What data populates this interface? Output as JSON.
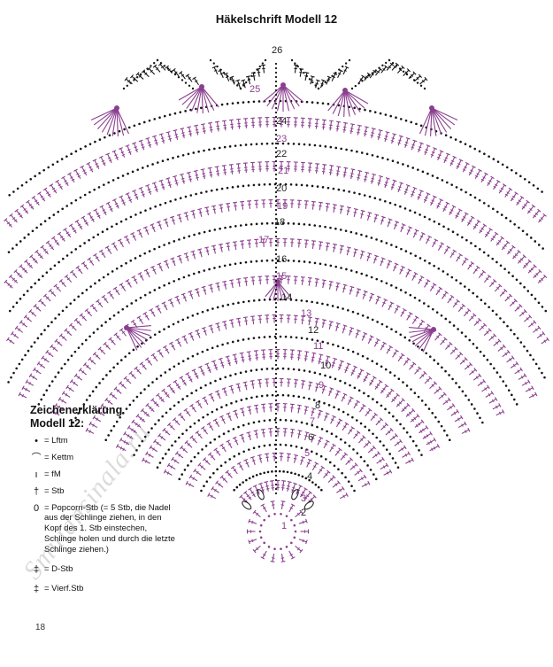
{
  "title": "Häkelschrift Modell 12",
  "rows": [
    {
      "n": "1",
      "c": "p"
    },
    {
      "n": "2",
      "c": "k"
    },
    {
      "n": "3",
      "c": "p"
    },
    {
      "n": "4",
      "c": "k"
    },
    {
      "n": "5",
      "c": "p"
    },
    {
      "n": "6",
      "c": "k"
    },
    {
      "n": "7",
      "c": "p"
    },
    {
      "n": "8",
      "c": "k"
    },
    {
      "n": "9",
      "c": "p"
    },
    {
      "n": "10",
      "c": "k"
    },
    {
      "n": "11",
      "c": "p"
    },
    {
      "n": "12",
      "c": "k"
    },
    {
      "n": "13",
      "c": "p"
    },
    {
      "n": "14",
      "c": "k"
    },
    {
      "n": "15",
      "c": "p"
    },
    {
      "n": "16",
      "c": "k"
    },
    {
      "n": "17",
      "c": "p"
    },
    {
      "n": "18",
      "c": "k"
    },
    {
      "n": "19",
      "c": "p"
    },
    {
      "n": "20",
      "c": "k"
    },
    {
      "n": "21",
      "c": "p"
    },
    {
      "n": "22",
      "c": "k"
    },
    {
      "n": "23",
      "c": "p"
    },
    {
      "n": "24",
      "c": "k"
    },
    {
      "n": "25",
      "c": "p"
    },
    {
      "n": "26",
      "c": "k"
    }
  ],
  "legend": {
    "heading_line1": "Zeichenerklärung",
    "heading_line2": "Modell 12:",
    "items": [
      {
        "symbol": "•",
        "text": "= Lftm",
        "icon": "chain-stitch-icon"
      },
      {
        "symbol": "⌒",
        "text": "= Kettm",
        "icon": "slip-stitch-icon"
      },
      {
        "symbol": "ı",
        "text": "= fM",
        "icon": "single-crochet-icon"
      },
      {
        "symbol": "†",
        "text": "= Stb",
        "icon": "double-crochet-icon"
      },
      {
        "symbol": "0",
        "text": "= Popcorn-Stb (= 5 Stb, die Nadel aus der Schlinge ziehen, in den Kopf des 1. Stb einstechen, Schlinge holen und durch die letzte Schlinge ziehen.)",
        "icon": "popcorn-stitch-icon"
      },
      {
        "symbol": "‡",
        "text": "= D-Stb",
        "icon": "treble-crochet-icon"
      },
      {
        "symbol": "‡",
        "text": "= Vierf.Stb",
        "icon": "quadruple-treble-icon"
      }
    ]
  },
  "watermark": "Smuidnsinala.ru",
  "page_number": "18",
  "colors": {
    "purple": "#8b3f8f",
    "black": "#151515",
    "paper": "#ffffff"
  }
}
